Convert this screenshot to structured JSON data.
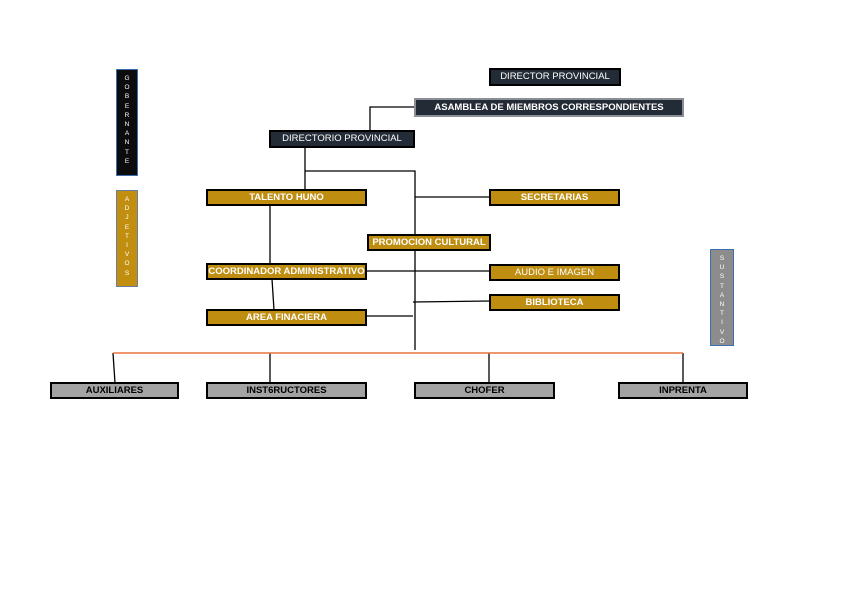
{
  "sidebars": {
    "gobernante": "GOBERNANTE",
    "adjetivos": "ADJETIVOS",
    "sustantivos": "SUSTANTIVOS"
  },
  "nodes": {
    "director_provincial": "DIRECTOR PROVINCIAL",
    "asamblea": "ASAMBLEA DE MIEMBROS CORRESPONDIENTES",
    "directorio_provincial": "DIRECTORIO PROVINCIAL",
    "talento_huno": "TALENTO HUNO",
    "secretarias": "SECRETARIAS",
    "promocion_cultural": "PROMOCION CULTURAL",
    "coordinador_administrativo": "COORDINADOR ADMINISTRATIVO",
    "audio_e_imagen": "AUDIO E IMAGEN",
    "biblioteca": "BIBLIOTECA",
    "area_finaciera": "AREA FINACIERA",
    "auxiliares": "AUXILIARES",
    "inst6ructores": "INST6RUCTORES",
    "chofer": "CHOFER",
    "inprenta": "INPRENTA"
  },
  "colors": {
    "dark_box": "#232b36",
    "gold_box": "#bf8d10",
    "grey_box": "#a3a3a3",
    "accent_line": "#e8743b"
  }
}
